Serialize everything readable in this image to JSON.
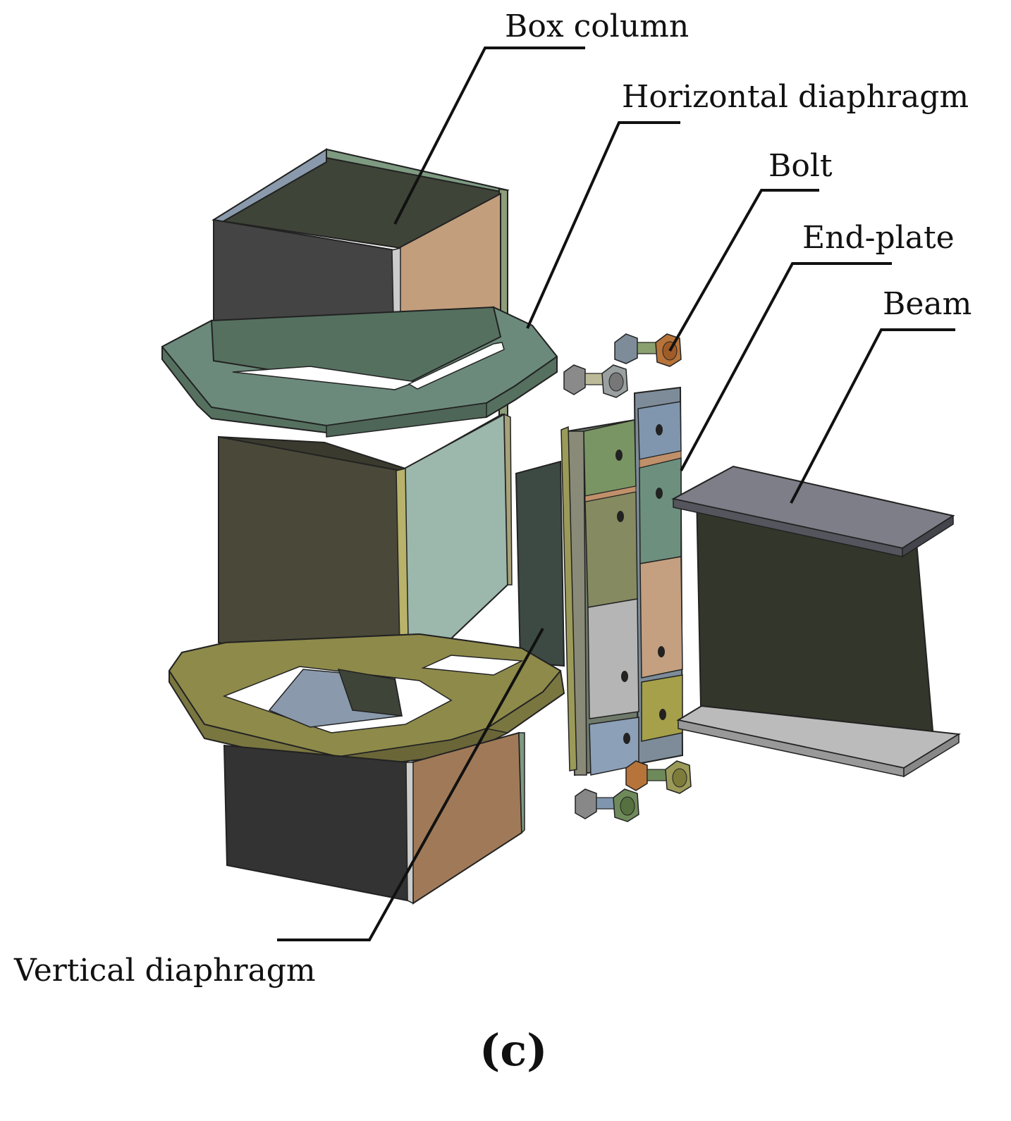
{
  "labels": {
    "box_column": "Box column",
    "horizontal_diaphragm": "Horizontal diaphragm",
    "bolt": "Bolt",
    "end_plate": "End-plate",
    "beam": "Beam",
    "vertical_diaphragm": "Vertical diaphragm"
  },
  "panel_label": "(c)",
  "colors": {
    "upper_horizontal_diaphragm": "#6b8a7b",
    "lower_horizontal_diaphragm": "#8e8a4a",
    "column_dark_face": "#444444",
    "column_tan_face": "#c29e7c",
    "column_mid_dark_face": "#4a4838",
    "column_light_face": "#9cb7ab",
    "beam_web": "#33362a",
    "beam_flange": "#7e7e88",
    "bolt_head": "#888888",
    "nut_orange": "#b7743a",
    "nut_green": "#6f8a5a"
  }
}
